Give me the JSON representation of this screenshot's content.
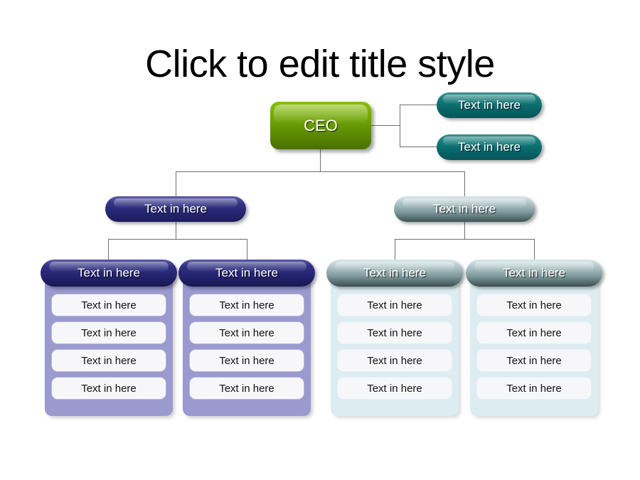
{
  "slide": {
    "title": "Click to edit title style",
    "background": "#ffffff"
  },
  "colors": {
    "ceo_green_light": "#8dbf08",
    "ceo_green_dark": "#4a7000",
    "teal": "#0a6266",
    "navy": "#27276f",
    "steel": "#7e989c",
    "panel_purple": "#9a9acf",
    "panel_cyan": "#dcecf0",
    "item_white": "#f7f7f9",
    "connector_line": "#6e6e72"
  },
  "org_chart": {
    "root": {
      "label": "CEO",
      "style": "green-rounded-box"
    },
    "staff": [
      {
        "label": "Text in here",
        "style": "teal-pill"
      },
      {
        "label": "Text in here",
        "style": "teal-pill"
      }
    ],
    "branches": [
      {
        "label": "Text in here",
        "style": "navy-pill",
        "columns": [
          {
            "header": "Text in here",
            "header_style": "navy-pill",
            "panel_style": "purple",
            "items": [
              "Text in here",
              "Text in here",
              "Text in here",
              "Text in here"
            ]
          },
          {
            "header": "Text in here",
            "header_style": "navy-pill",
            "panel_style": "purple",
            "items": [
              "Text in here",
              "Text in here",
              "Text in here",
              "Text in here"
            ]
          }
        ]
      },
      {
        "label": "Text in here",
        "style": "steel-pill",
        "columns": [
          {
            "header": "Text in here",
            "header_style": "steel-pill",
            "panel_style": "cyan",
            "items": [
              "Text in here",
              "Text in here",
              "Text in here",
              "Text in here"
            ]
          },
          {
            "header": "Text in here",
            "header_style": "steel-pill",
            "panel_style": "cyan",
            "items": [
              "Text in here",
              "Text in here",
              "Text in here",
              "Text in here"
            ]
          }
        ]
      }
    ]
  }
}
